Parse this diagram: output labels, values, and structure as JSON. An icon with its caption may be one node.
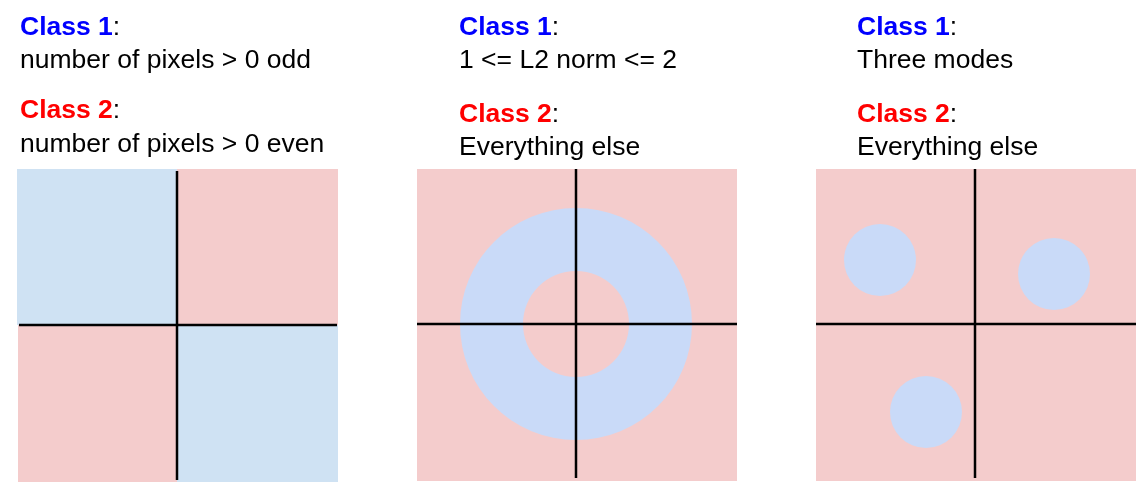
{
  "diagram": {
    "labels": [
      "**Class 1**:",
      "number of pixels > 0 odd",
      "**Class 2**:",
      "number of pixels > 0 even",
      "**Class 1**:",
      "1 <= L2 norm <= 2",
      "**Class 2**:",
      "Everything else",
      "**Class 1**:",
      "Three modes",
      "**Class 2**:",
      "Everything else"
    ]
  }
}
